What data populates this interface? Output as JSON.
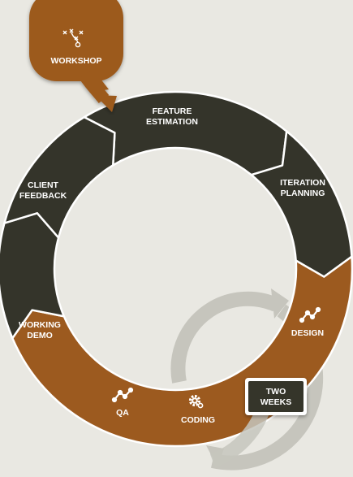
{
  "colors": {
    "background": "#e9e8e2",
    "dark_segment": "#34342a",
    "accent_segment": "#9c5a1f",
    "loop_arrow": "#c6c5bd",
    "text": "#ffffff"
  },
  "workshop": {
    "label": "WORKSHOP",
    "icon": "play-diagram-icon"
  },
  "segments": [
    {
      "line1": "FEATURE",
      "line2": "ESTIMATION"
    },
    {
      "line1": "ITERATION",
      "line2": "PLANNING"
    },
    {
      "line1": "DESIGN",
      "icon": "trend-line-icon"
    },
    {
      "line1": "CODING",
      "icon": "gear-icon"
    },
    {
      "line1": "QA",
      "icon": "trend-line-icon"
    },
    {
      "line1": "WORKING",
      "line2": "DEMO"
    },
    {
      "line1": "CLIENT",
      "line2": "FEEDBACK"
    }
  ],
  "iteration_badge": {
    "line1": "TWO",
    "line2": "WEEKS"
  }
}
